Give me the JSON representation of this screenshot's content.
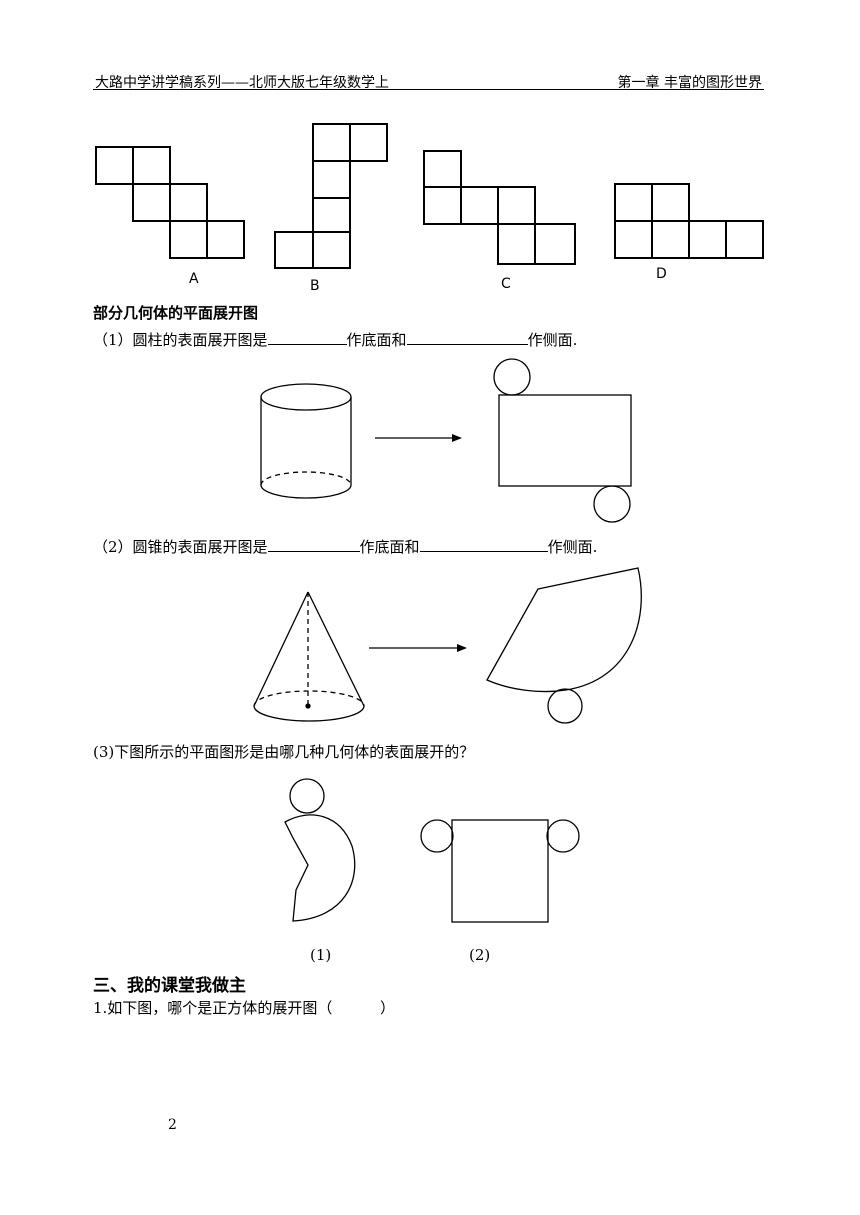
{
  "header": {
    "left": "大路中学讲学稿系列——北师大版七年级数学上",
    "right": "第一章  丰富的图形世界"
  },
  "cube_nets": {
    "labels": [
      "A",
      "B",
      "C",
      "D"
    ]
  },
  "section_nets": {
    "title": "部分几何体的平面展开图",
    "q1": {
      "prefix": "（1）圆柱的表面展开图是",
      "mid": "作底面和",
      "suffix": "作侧面."
    },
    "q2": {
      "prefix": "（2）圆锥的表面展开图是",
      "mid": "作底面和",
      "suffix": "作侧面."
    },
    "q3": "(3)下图所示的平面图形是由哪几种几何体的表面展开的？",
    "fig_labels": [
      "(1)",
      "(2)"
    ]
  },
  "section_three": {
    "title": "三、我的课堂我做主",
    "q1": "1.如下图，哪个是正方体的展开图（          ）"
  },
  "page_number": "2"
}
